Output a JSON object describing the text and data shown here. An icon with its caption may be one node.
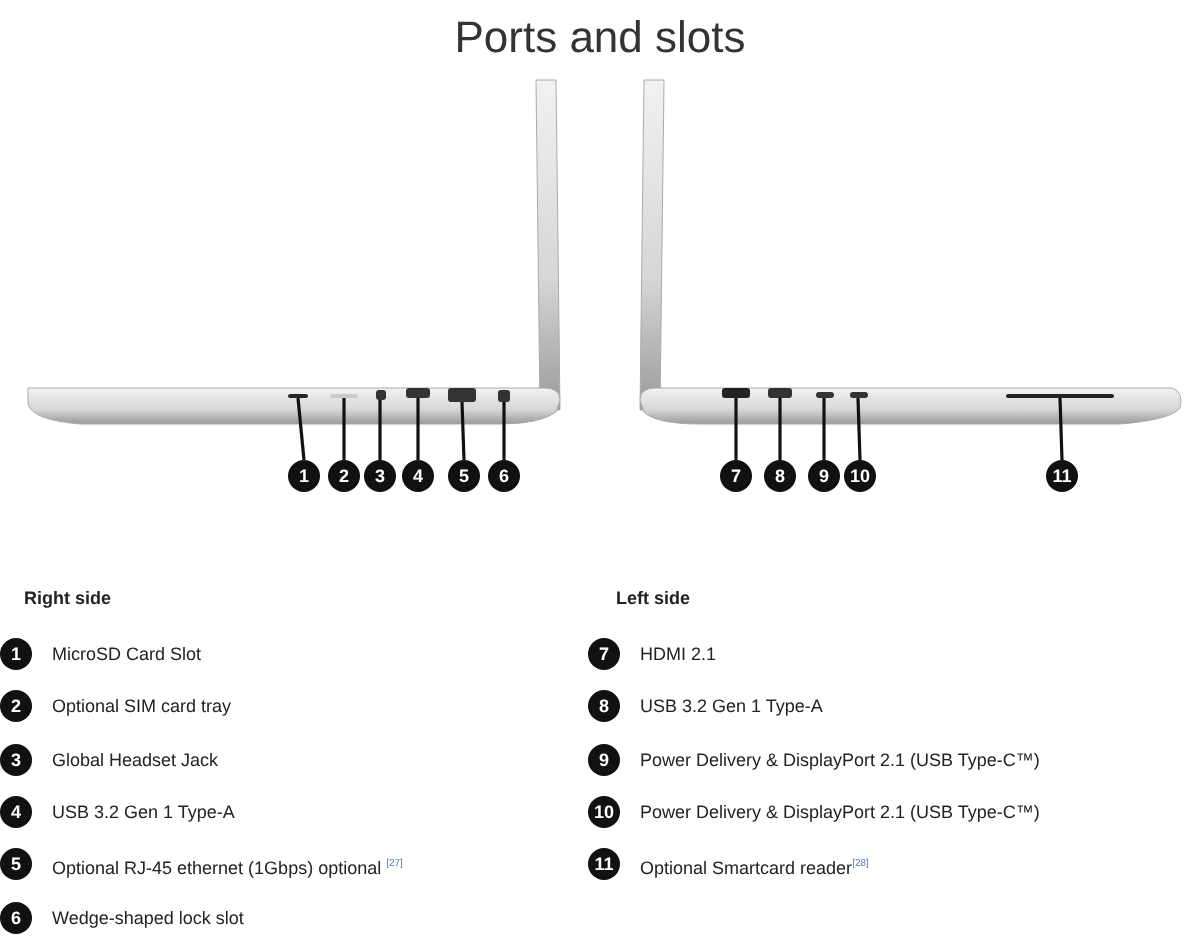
{
  "diagram": {
    "title": "Ports and slots",
    "nodes": [
      {
        "text": [
          "1"
        ]
      },
      {
        "text": [
          "2"
        ]
      },
      {
        "text": [
          "3"
        ]
      },
      {
        "text": [
          "4"
        ]
      },
      {
        "text": [
          "5"
        ]
      },
      {
        "text": [
          "6"
        ]
      },
      {
        "text": [
          "7"
        ]
      },
      {
        "text": [
          "8"
        ]
      },
      {
        "text": [
          "9"
        ]
      },
      {
        "text": [
          "10"
        ]
      },
      {
        "text": [
          "11"
        ]
      },
      {
        "text": [
          "1"
        ],
        "beside": [
          "MicroSD Card Slot"
        ]
      },
      {
        "text": [
          "2"
        ],
        "beside": [
          "Optional SIM card tray"
        ]
      },
      {
        "text": [
          "3"
        ],
        "beside": [
          "Global Headset Jack"
        ]
      },
      {
        "text": [
          "4"
        ],
        "beside": [
          "USB 3.2 Gen 1 Type-A"
        ]
      },
      {
        "text": [
          "5"
        ],
        "beside": [
          "Optional RJ-45 ethernet (1Gbps) optional $^{[27]}$"
        ]
      },
      {
        "text": [
          "6"
        ],
        "beside": [
          "Wedge-shaped lock slot"
        ]
      },
      {
        "text": [
          "7"
        ],
        "beside": [
          "HDMI 2.1"
        ]
      },
      {
        "text": [
          "8"
        ],
        "beside": [
          "USB 3.2 Gen 1 Type-A"
        ]
      },
      {
        "text": [
          "9"
        ],
        "beside": [
          "Power Delivery & DisplayPort 2.1 (USB Type-C™)"
        ]
      },
      {
        "text": [
          "10"
        ],
        "beside": [
          "Power Delivery & DisplayPort 2.1 (USB Type-C™)"
        ]
      },
      {
        "text": [
          "11"
        ],
        "beside": [
          "Optional Smartcard reader$^{[28]}$"
        ]
      }
    ],
    "edges": [
      {
        "from": 0,
        "to": null,
        "arrow": "none"
      },
      {
        "from": 1,
        "to": null,
        "arrow": "none"
      },
      {
        "from": 2,
        "to": null,
        "arrow": "none"
      },
      {
        "from": 3,
        "to": null,
        "arrow": "none"
      },
      {
        "from": 4,
        "to": null,
        "arrow": "none"
      },
      {
        "from": 5,
        "to": null,
        "arrow": "none"
      },
      {
        "from": 6,
        "to": null,
        "arrow": "none"
      },
      {
        "from": 7,
        "to": null,
        "arrow": "none"
      },
      {
        "from": 8,
        "to": null,
        "arrow": "none"
      },
      {
        "from": 9,
        "to": null,
        "arrow": "none"
      },
      {
        "from": 10,
        "to": null,
        "arrow": "none"
      }
    ],
    "labels": [
      "Right side",
      "Left side"
    ]
  }
}
